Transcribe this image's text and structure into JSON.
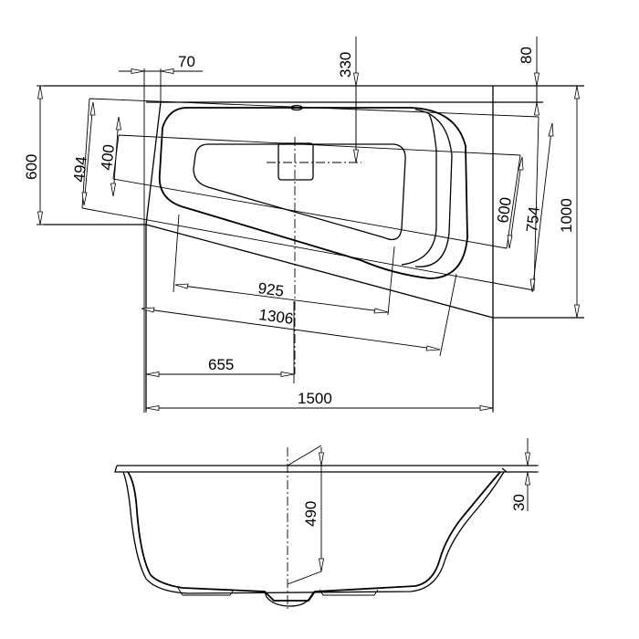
{
  "plan_view": {
    "dimensions": {
      "offset_left": "70",
      "drain_offset": "330",
      "offset_right": "80",
      "left_height": "600",
      "rim_left_depth": "494",
      "basin_left_depth": "400",
      "basin_right_depth": "600",
      "rim_right_depth": "754",
      "total_depth": "1000",
      "basin_length": "925",
      "rim_length": "1306",
      "drain_position": "655",
      "total_length": "1500"
    }
  },
  "section_view": {
    "dimensions": {
      "basin_depth": "490",
      "rim_thickness": "30"
    }
  }
}
